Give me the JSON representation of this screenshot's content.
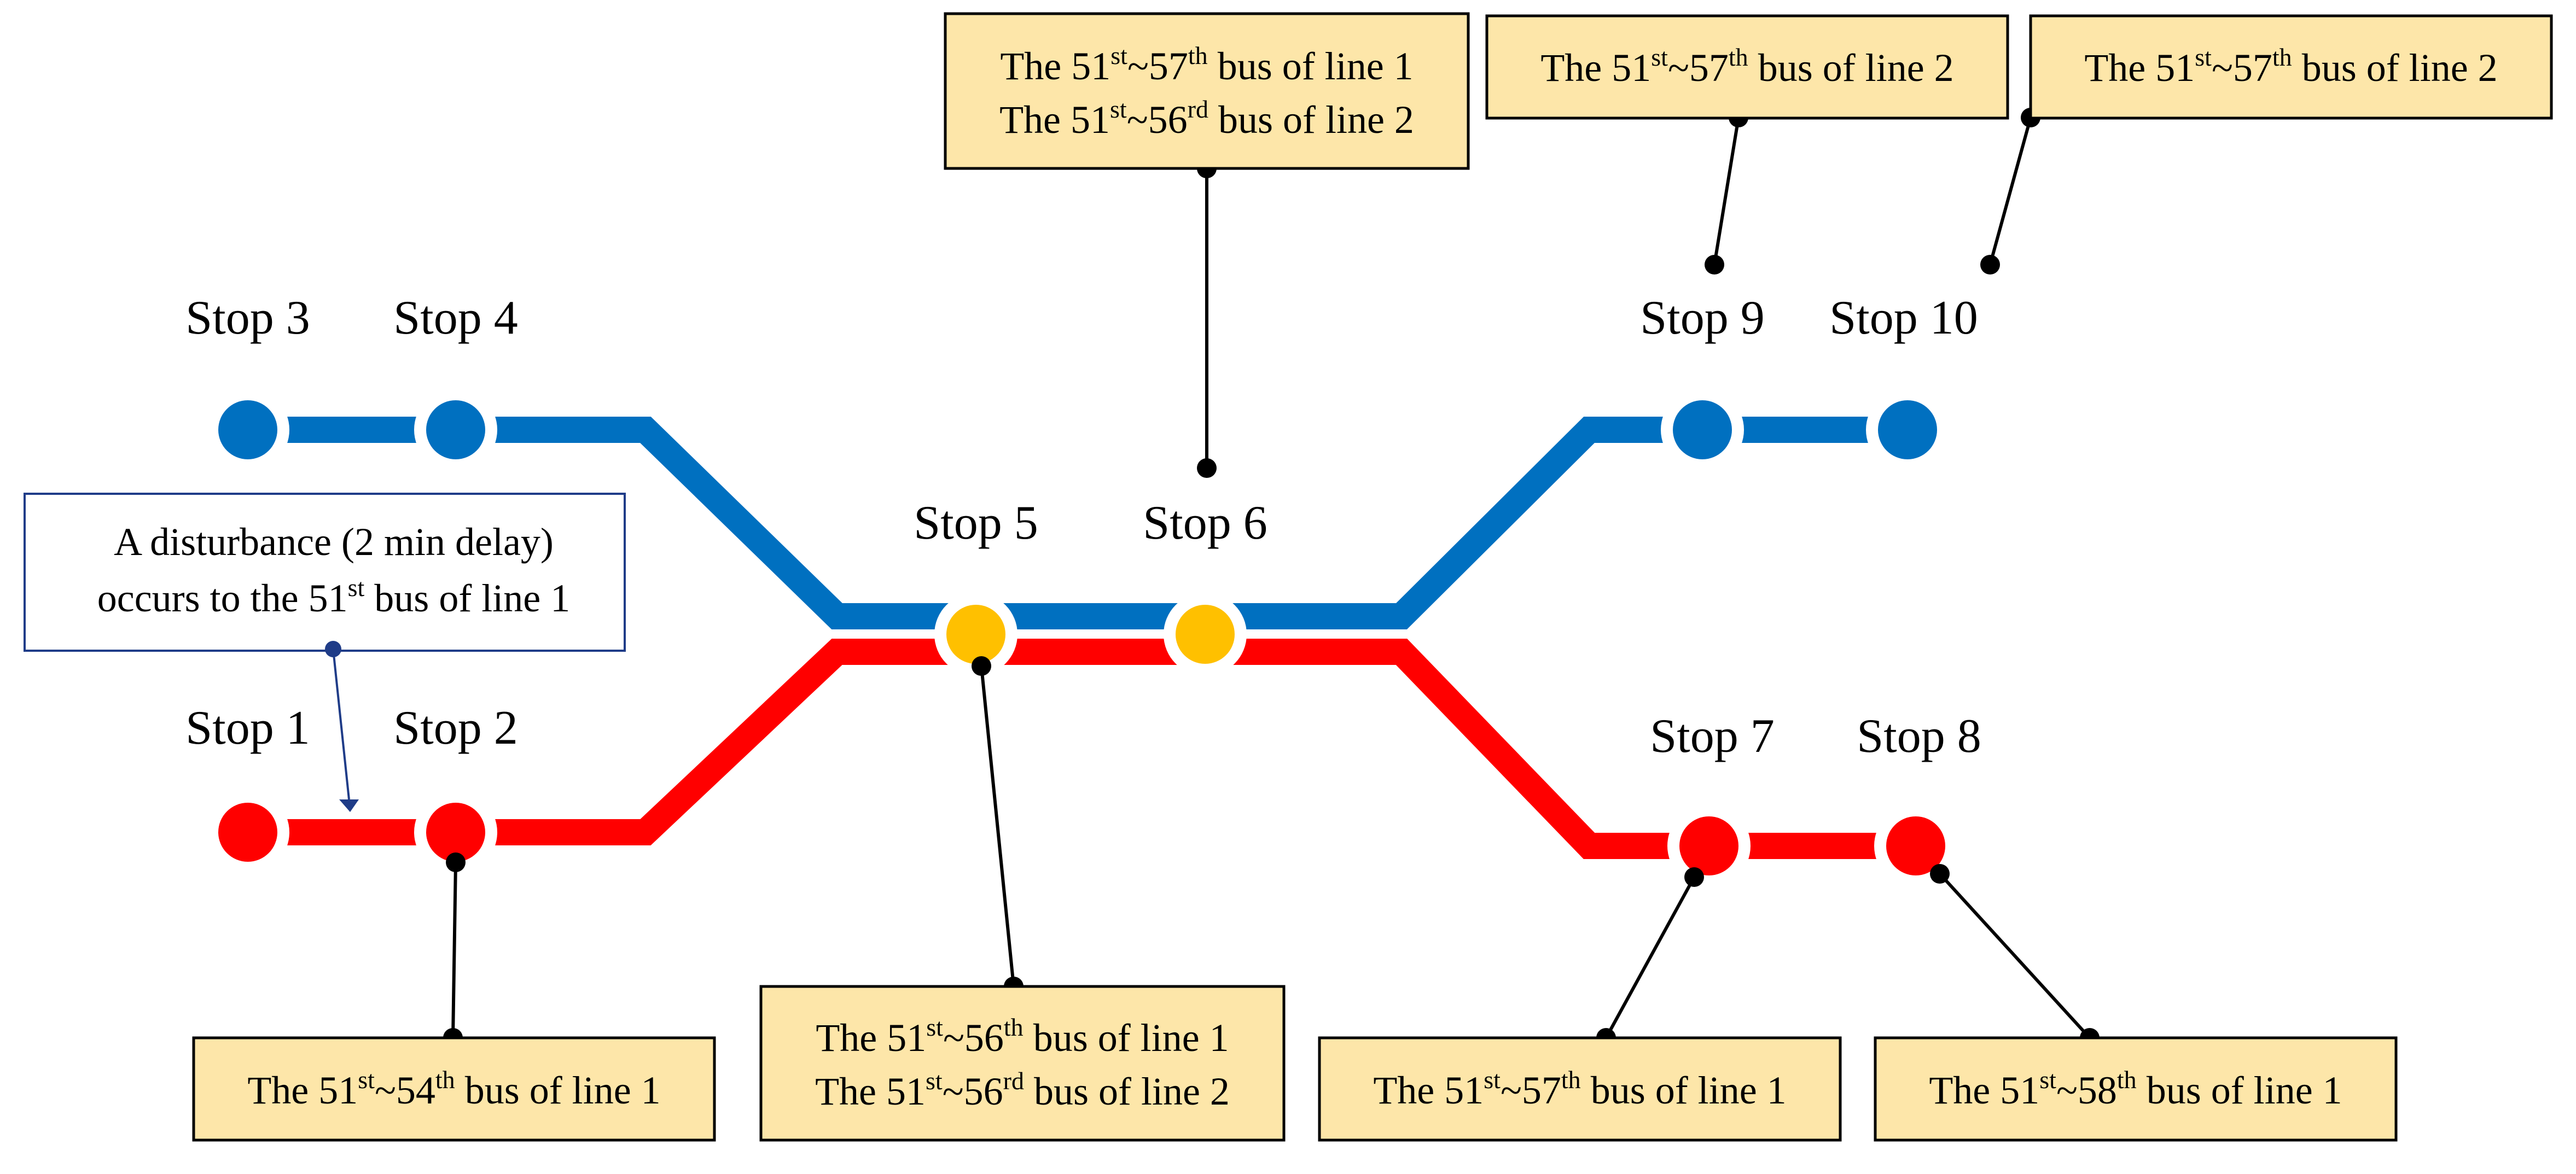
{
  "colors": {
    "line1": "#ff0000",
    "line2": "#0070c0",
    "shared_stop": "#ffc000",
    "box_fill": "#fde6a9",
    "box_border": "#000000",
    "disturbance_border": "#1f3c88",
    "connector": "#000000",
    "arrow": "#1f3c88"
  },
  "stops": [
    {
      "id": "stop1",
      "label": "Stop 1",
      "line": "line1"
    },
    {
      "id": "stop2",
      "label": "Stop 2",
      "line": "line1"
    },
    {
      "id": "stop3",
      "label": "Stop 3",
      "line": "line2"
    },
    {
      "id": "stop4",
      "label": "Stop 4",
      "line": "line2"
    },
    {
      "id": "stop5",
      "label": "Stop 5",
      "line": "shared"
    },
    {
      "id": "stop6",
      "label": "Stop 6",
      "line": "shared"
    },
    {
      "id": "stop7",
      "label": "Stop 7",
      "line": "line1"
    },
    {
      "id": "stop8",
      "label": "Stop 8",
      "line": "line1"
    },
    {
      "id": "stop9",
      "label": "Stop 9",
      "line": "line2"
    },
    {
      "id": "stop10",
      "label": "Stop 10",
      "line": "line2"
    }
  ],
  "disturbance": {
    "line1": "A disturbance (2 min delay)",
    "line2_pre": "occurs to the 51",
    "line2_sup": "st",
    "line2_post": " bus of line 1"
  },
  "boxes": {
    "stop2": [
      {
        "pre": "The 51",
        "sup1": "st",
        "mid": "~54",
        "sup2": "th",
        "post": " bus of line 1"
      }
    ],
    "stop5": [
      {
        "pre": "The 51",
        "sup1": "st",
        "mid": "~56",
        "sup2": "th",
        "post": " bus of line 1"
      },
      {
        "pre": "The 51",
        "sup1": "st",
        "mid": "~56",
        "sup2": "rd",
        "post": " bus of line 2"
      }
    ],
    "stop6": [
      {
        "pre": "The 51",
        "sup1": "st",
        "mid": "~57",
        "sup2": "th",
        "post": " bus of line 1"
      },
      {
        "pre": "The 51",
        "sup1": "st",
        "mid": "~56",
        "sup2": "rd",
        "post": " bus of line 2"
      }
    ],
    "stop7": [
      {
        "pre": "The 51",
        "sup1": "st",
        "mid": "~57",
        "sup2": "th",
        "post": " bus of line 1"
      }
    ],
    "stop8": [
      {
        "pre": "The 51",
        "sup1": "st",
        "mid": "~58",
        "sup2": "th",
        "post": " bus of line 1"
      }
    ],
    "stop9": [
      {
        "pre": "The 51",
        "sup1": "st",
        "mid": "~57",
        "sup2": "th",
        "post": " bus of line 2"
      }
    ],
    "stop10": [
      {
        "pre": "The 51",
        "sup1": "st",
        "mid": "~57",
        "sup2": "th",
        "post": " bus of line 2"
      }
    ]
  }
}
